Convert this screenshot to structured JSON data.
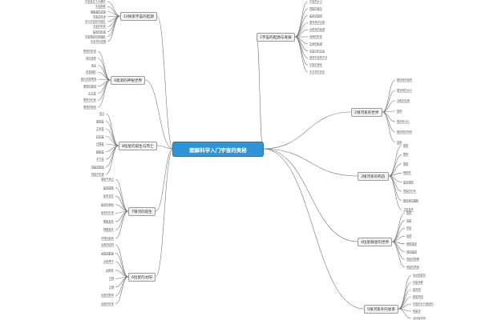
{
  "central": "图解科学入门宇宙的奥秘",
  "chapters": [
    {
      "label": "10探索宇宙的起源",
      "leaves": [
        "宇宙诞生于大爆炸",
        "宇宙膨胀",
        "暗能量的发现",
        "宇宙的未来",
        "多元宇宙的可能性",
        "宇宙的年龄",
        "星系的形成",
        "宇宙微波背景辐射",
        "宇宙学的发展"
      ]
    },
    {
      "label": "1宇宙的起源与发展",
      "leaves": [
        "宇宙的大小",
        "恒星的诞生",
        "星系的结构",
        "银河系的位置",
        "太阳系的起源",
        "地球的形成",
        "生命的起源",
        "宇宙中的元素",
        "观测宇宙的方法",
        "宇宙的演化",
        "天文学的历史"
      ]
    },
    {
      "label": "9黑洞的神秘世界",
      "leaves": [
        "黑洞的形成",
        "事件视界",
        "奇点",
        "霍金辐射",
        "超大质量黑洞",
        "黑洞的观测",
        "引力波",
        "黑洞与时间",
        "黑洞的种类"
      ]
    },
    {
      "label": "2银河系的世界",
      "leaves": [
        "银河系的结构",
        "银河系的大小",
        "太阳的位置",
        "旋臂",
        "银河系中心",
        "银河系的年龄",
        "星团"
      ]
    },
    {
      "label": "8恒星的诞生与死亡",
      "leaves": [
        "星云",
        "原恒星",
        "主序星",
        "红巨星",
        "白矮星",
        "超新星",
        "中子星",
        "恒星的颜色",
        "恒星的亮度"
      ]
    },
    {
      "label": "3银河系的构造",
      "leaves": [
        "银盘",
        "银核",
        "银晕",
        "暗物质",
        "星际物质",
        "恒星的分布",
        "银河系的旋转",
        "卫星星系"
      ]
    },
    {
      "label": "7银河的诞生",
      "leaves": [
        "原始气体云",
        "星系碰撞",
        "星系合并",
        "星系的演化",
        "星系的分类",
        "螺旋星系",
        "椭圆星系",
        "不规则星系"
      ]
    },
    {
      "label": "4恒星群星的世界",
      "leaves": [
        "星座",
        "双星",
        "变星",
        "星团",
        "疏散星团",
        "球状星团",
        "恒星的距离",
        "恒星的质量"
      ]
    },
    {
      "label": "6恒星的太阳",
      "leaves": [
        "太阳的结构",
        "太阳的能量",
        "太阳黑子",
        "太阳风",
        "日珥",
        "日食",
        "太阳的寿命",
        "太阳的未来"
      ]
    },
    {
      "label": "5银河系外的星系",
      "leaves": [
        "仙女座星系",
        "本星系群",
        "星系团",
        "超星系团",
        "宇宙的大尺度结构",
        "类星体",
        "活动星系核"
      ]
    }
  ]
}
